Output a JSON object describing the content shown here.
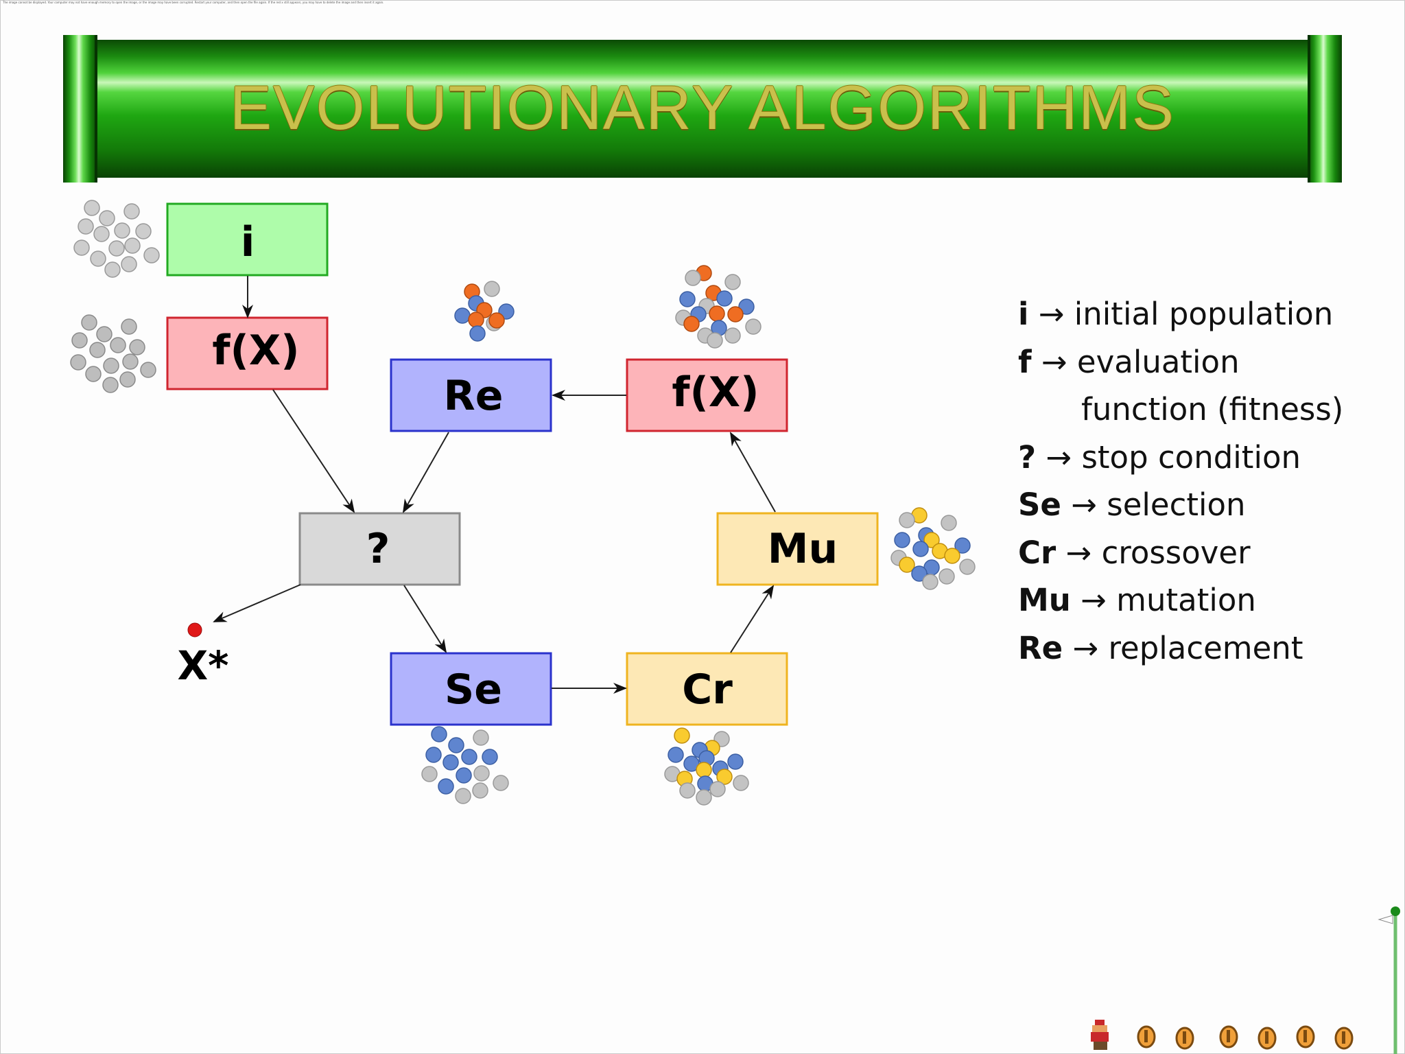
{
  "banner": {
    "title": "EVOLUTIONARY ALGORITHMS"
  },
  "top_note": "The image cannot be displayed. Your computer may not have enough memory to open the image, or the image may have been corrupted. Restart your computer, and then open the file again. If the red x still appears, you may have to delete the image and then insert it again.",
  "diagram": {
    "nodes": {
      "init": "i",
      "eval1": "f(X)",
      "stop": "?",
      "replace": "Re",
      "eval2": "f(X)",
      "mutate": "Mu",
      "select": "Se",
      "cross": "Cr",
      "result": "X*"
    },
    "colors": {
      "green_fill": "#aefcaa",
      "green_stroke": "#22aa22",
      "red_fill": "#fdb4b9",
      "red_stroke": "#d0252f",
      "blue_fill": "#b1b3fd",
      "blue_stroke": "#2a32cc",
      "gray_fill": "#d9d9d9",
      "gray_stroke": "#8a8a8a",
      "yellow_fill": "#fde8b5",
      "yellow_stroke": "#efb420",
      "dot_gray": "#c3c3c3",
      "dot_blue": "#5f85cf",
      "dot_orange": "#ef6d22",
      "dot_yellow": "#f9cb2f",
      "dot_red": "#e01818"
    }
  },
  "legend": {
    "i": {
      "abbr": "i",
      "arrow": "→",
      "text": "initial population"
    },
    "f": {
      "abbr": "f",
      "arrow": "→",
      "text": "evaluation"
    },
    "f_cont": "function (fitness)",
    "q": {
      "abbr": "?",
      "arrow": "→",
      "text": "stop condition"
    },
    "se": {
      "abbr": "Se",
      "arrow": "→",
      "text": "selection"
    },
    "cr": {
      "abbr": "Cr",
      "arrow": "→",
      "text": "crossover"
    },
    "mu": {
      "abbr": "Mu",
      "arrow": "→",
      "text": "mutation"
    },
    "re": {
      "abbr": "Re",
      "arrow": "→",
      "text": "replacement"
    }
  },
  "footer": {
    "character_icon": "mario-sprite-icon",
    "coin_icon": "coin-icon",
    "coin_count": 6,
    "flag_icon": "flagpole-icon"
  }
}
